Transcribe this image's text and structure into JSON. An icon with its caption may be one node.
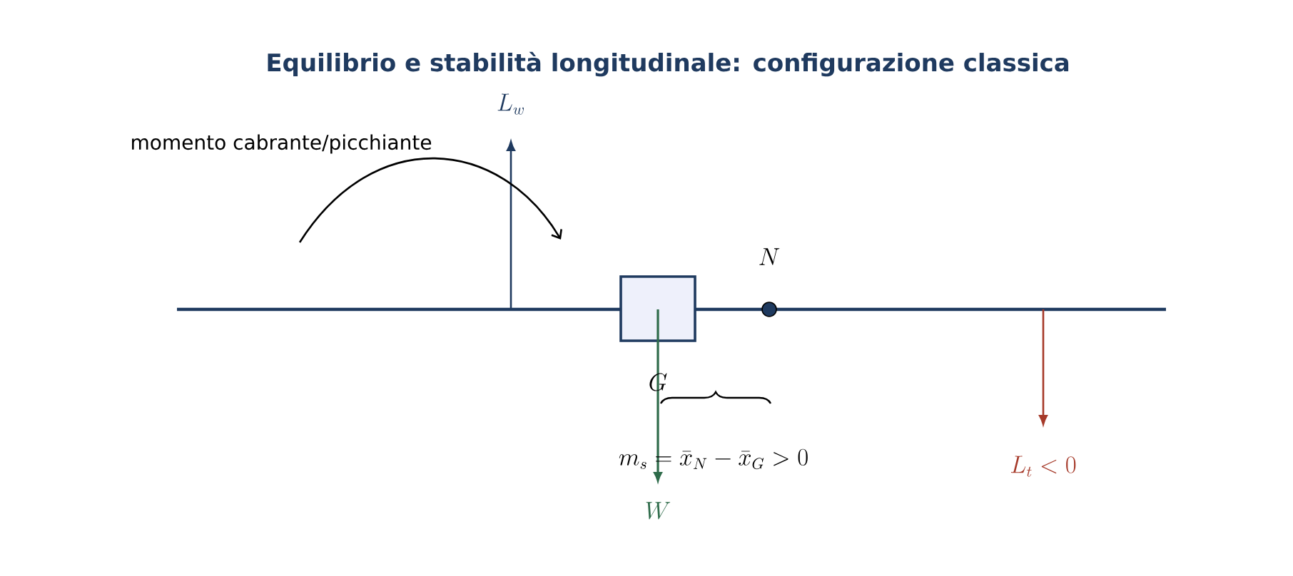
{
  "diagram": {
    "title": "Equilibrio e stabilità longitudinale: configurazione classica",
    "nodes": [
      {
        "text": [],
        "shape": "box",
        "beside": [
          "G"
        ]
      },
      {
        "text": [],
        "shape": "circle",
        "beside": [
          "N"
        ]
      }
    ],
    "labels": [
      "momento cabrante/picchiante",
      "L_w",
      "m_s = \\bar{x}_N - \\bar{x}_G > 0",
      "W",
      "L_t < 0"
    ]
  }
}
